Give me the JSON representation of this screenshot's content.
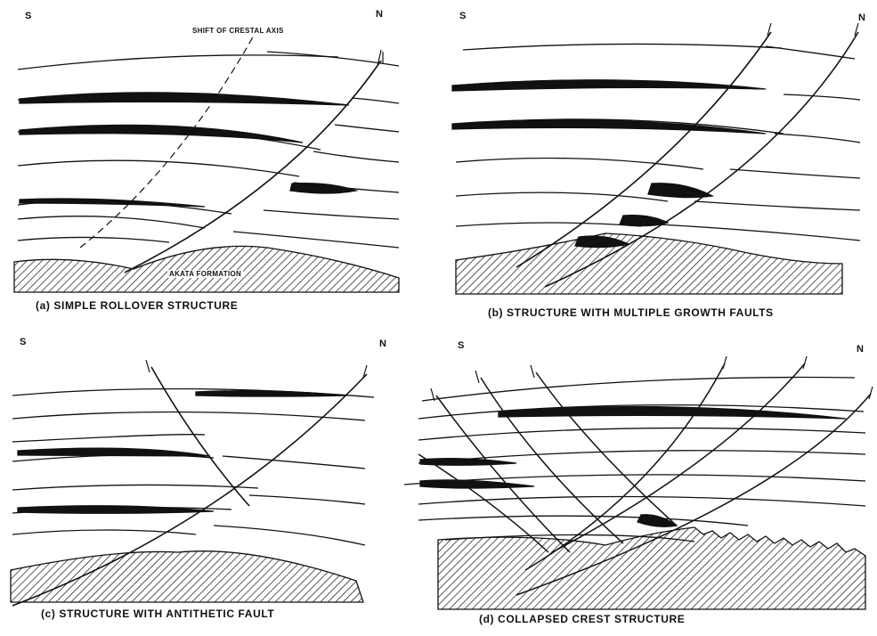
{
  "panels": [
    {
      "id": "a",
      "caption": "(a) SIMPLE ROLLOVER STRUCTURE",
      "south_label": "S",
      "north_label": "N",
      "annotations": [
        "SHIFT OF CRESTAL AXIS",
        "AKATA FORMATION"
      ]
    },
    {
      "id": "b",
      "caption": "(b) STRUCTURE WITH MULTIPLE GROWTH FAULTS",
      "south_label": "S",
      "north_label": "N"
    },
    {
      "id": "c",
      "caption": "(c) STRUCTURE WITH ANTITHETIC FAULT",
      "south_label": "S",
      "north_label": "N"
    },
    {
      "id": "d",
      "caption": "(d) COLLAPSED CREST STRUCTURE",
      "south_label": "S",
      "north_label": "N"
    }
  ],
  "colors": {
    "ink": "#111111",
    "paper": "#ffffff"
  }
}
